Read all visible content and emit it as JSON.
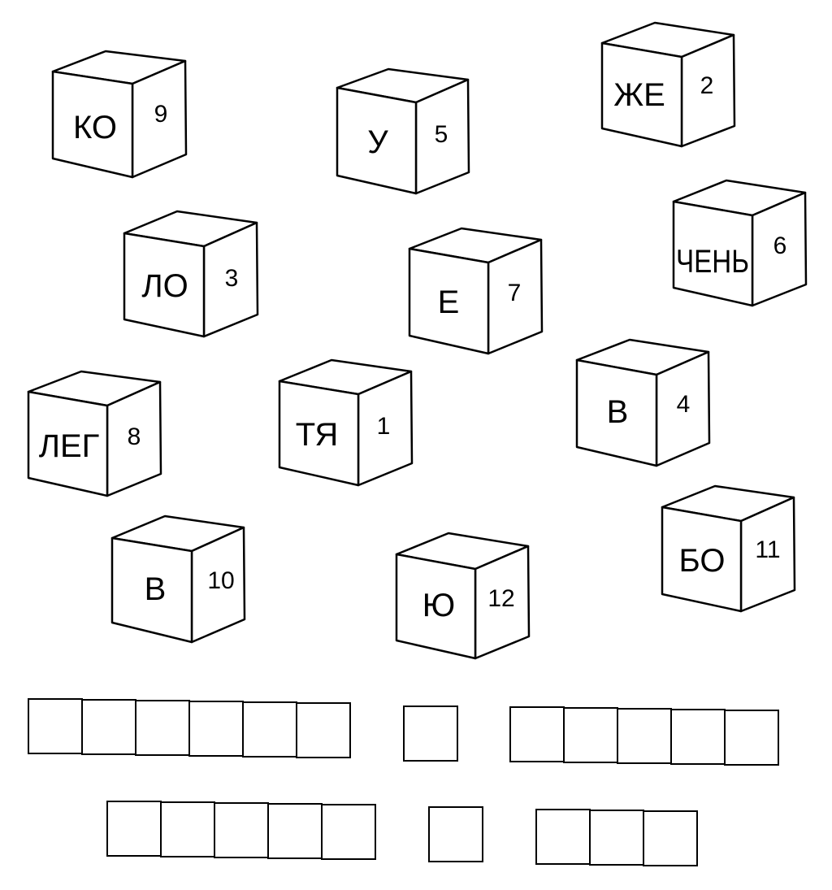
{
  "cubes": [
    {
      "syllable": "КО",
      "number": "9"
    },
    {
      "syllable": "У",
      "number": "5"
    },
    {
      "syllable": "ЖЕ",
      "number": "2"
    },
    {
      "syllable": "ЛО",
      "number": "3"
    },
    {
      "syllable": "Е",
      "number": "7"
    },
    {
      "syllable": "ЧЕНЬ",
      "number": "6"
    },
    {
      "syllable": "ЛЕГ",
      "number": "8"
    },
    {
      "syllable": "ТЯ",
      "number": "1"
    },
    {
      "syllable": "В",
      "number": "4"
    },
    {
      "syllable": "В",
      "number": "10"
    },
    {
      "syllable": "Ю",
      "number": "12"
    },
    {
      "syllable": "БО",
      "number": "11"
    }
  ],
  "answer_rows": [
    {
      "word_lengths": [
        6,
        1,
        5
      ]
    },
    {
      "word_lengths": [
        5,
        1,
        3
      ]
    }
  ]
}
